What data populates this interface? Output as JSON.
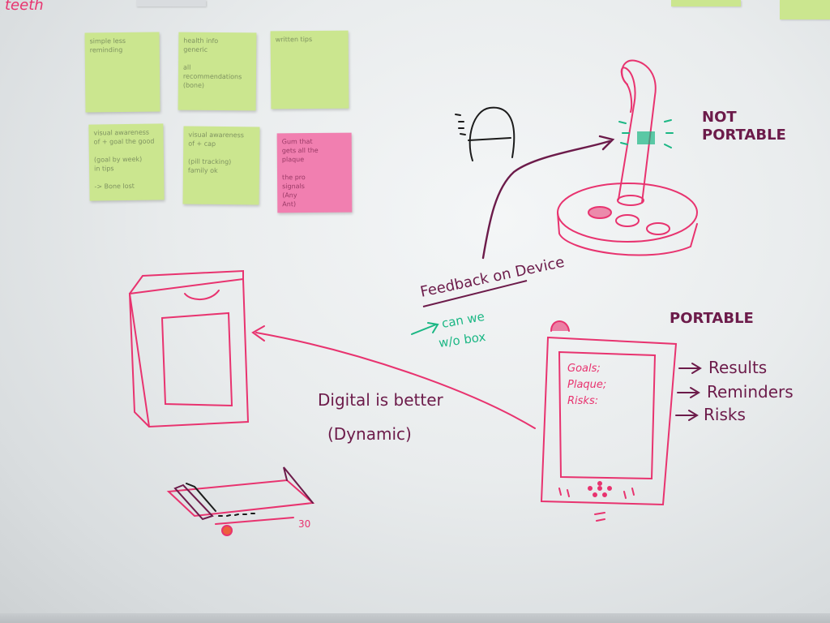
{
  "colors": {
    "board": "#eef0f1",
    "note_green": "#cbe68f",
    "note_pink": "#f17fb0",
    "ink_pink": "#e8336f",
    "ink_purple": "#6c1b4a",
    "ink_green": "#1bb784",
    "ink_black": "#1b1b1b"
  },
  "top_label": "teeth",
  "sticky_notes": [
    {
      "text": "simple less\nreminding"
    },
    {
      "text": "health info\ngeneric\n\nall recommendations\n(bone)"
    },
    {
      "text": "written tips"
    },
    {
      "text": "visual awareness\nof + goal the good\n\n(goal by week)\nin tips\n\n-> Bone lost"
    },
    {
      "text": "visual awareness\nof + cap\n\n(pill tracking)\nfamily ok"
    },
    {
      "text": "Gum that\ngets all the\nplaque\n\nthe pro\nsignals\n     (Any\n      Ant)"
    }
  ],
  "annotations": {
    "not_portable": [
      "NOT",
      "PORTABLE"
    ],
    "feedback": "Feedback on Device",
    "can_we": "can we",
    "wo_box": "w/o box",
    "portable": "PORTABLE",
    "arrows": [
      "Results",
      "Reminders",
      "Risks"
    ],
    "digital": "Digital is better",
    "dynamic": "(Dynamic)",
    "screen_lines": [
      "Goals;",
      "Plaque;",
      "Risks:"
    ],
    "tray_number": "30"
  }
}
